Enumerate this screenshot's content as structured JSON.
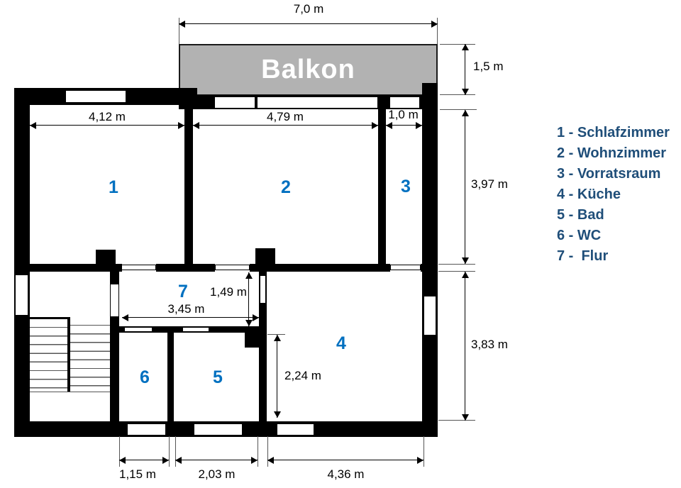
{
  "balcony": {
    "label": "Balkon"
  },
  "rooms": [
    {
      "number": "1",
      "name": "Schlafzimmer"
    },
    {
      "number": "2",
      "name": "Wohnzimmer"
    },
    {
      "number": "3",
      "name": "Vorratsraum"
    },
    {
      "number": "4",
      "name": "Küche"
    },
    {
      "number": "5",
      "name": "Bad"
    },
    {
      "number": "6",
      "name": "WC"
    },
    {
      "number": "7",
      "name": "Flur"
    }
  ],
  "legend": {
    "items": [
      "1 - Schlafzimmer",
      "2 - Wohnzimmer",
      "3 - Vorratsraum",
      "4 - Küche",
      "5 - Bad",
      "6 - WC",
      "7 -  Flur"
    ]
  },
  "dimensions": {
    "balcony_width": "7,0 m",
    "balcony_depth": "1,5 m",
    "schlafzimmer_width": "4,12 m",
    "wohnzimmer_width": "4,79 m",
    "vorratsraum_width": "1,0 m",
    "upper_rooms_depth": "3,97 m",
    "flur_width": "3,45 m",
    "flur_depth": "1,49 m",
    "lower_rooms_depth": "3,83 m",
    "kueche_inner_depth": "2,24 m",
    "wc_width": "1,15 m",
    "bad_width": "2,03 m",
    "kueche_width": "4,36 m"
  },
  "colors": {
    "wall": "#000000",
    "balcony_fill": "#b2b2b2",
    "balcony_label": "#ffffff",
    "room_number": "#0070c0",
    "legend_text": "#1f4e79",
    "dimension_text": "#000000"
  }
}
